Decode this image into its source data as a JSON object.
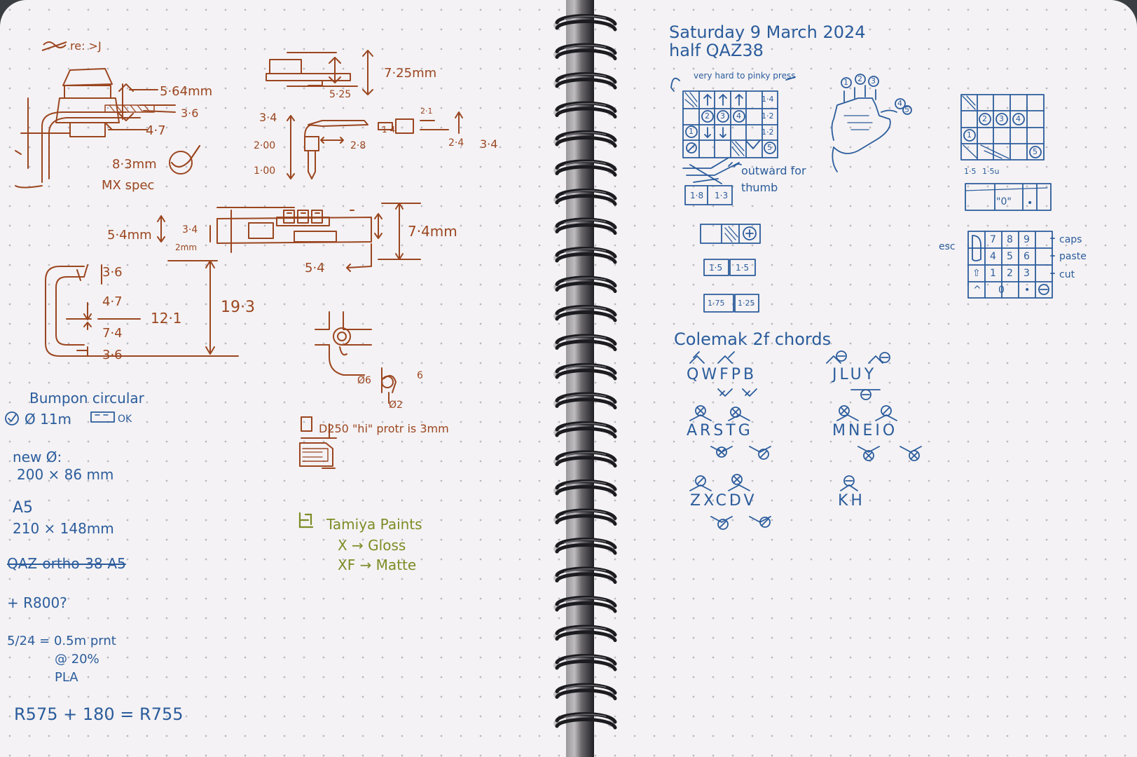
{
  "left_page": {
    "switch_header": "re: >J",
    "dim_5_64": "5·64mm",
    "dim_3_6_a": "3·6",
    "dim_4_7_a": "4·7",
    "dim_8_3": "8·3mm",
    "mx_spec": "MX spec",
    "dim_7_25": "7·25mm",
    "dim_5_25": "5·25",
    "dim_3_4_a": "3·4",
    "dim_2_00": "2·00",
    "dim_1_00": "1·00",
    "dim_2_8": "2·8",
    "dim_1_4": "1·4",
    "dim_2_1": "2·1",
    "dim_2_4": "2·4",
    "dim_3_4_b": "3·4",
    "dim_5_4mm": "5·4mm",
    "dim_3_4_c": "3·4",
    "dim_2mm": "2mm",
    "dim_7_4mm": "7·4mm",
    "dim_5_4": "5·4",
    "dim_3_6_b": "3·6",
    "dim_4_7_b": "4·7",
    "dim_12_1": "12·1",
    "dim_7_4": "7·4",
    "dim_3_6_c": "3·6",
    "dim_19_3": "19·3",
    "dim_d6": "Ø6",
    "dim_6": "6",
    "dim_d2": "Ø2",
    "protrusion_note": "D250 \"hi\" protr is 3mm",
    "bumpon": "Bumpon circular",
    "bumpon_size": "Ø 11m",
    "bumpon_ok": "OK",
    "new_size_label": "new Ø:",
    "new_size": "200 × 86 mm",
    "a5_label": "A5",
    "a5_size": "210 × 148mm",
    "qaz_struck": "QAZ-ortho-38-A5",
    "plus_r": "+ R800?",
    "print_note_1": "5/24 = 0.5m prnt",
    "print_note_2": "@ 20%",
    "print_note_3": "PLA",
    "r_sum": "R575 + 180 = R755",
    "tamiya_title": "Tamiya Paints",
    "tamiya_x": "X → Gloss",
    "tamiya_xf": "XF → Matte"
  },
  "right_page": {
    "date": "Saturday 9 March 2024",
    "title": "half QAZ38",
    "pinky_note": "very hard to pinky press",
    "outward_note": "outward for thumb",
    "keys_top": [
      "1",
      "2",
      "3",
      "4",
      "5"
    ],
    "key_side_labels": [
      "1·4",
      "1·2",
      "1·2"
    ],
    "thumb_keys_1": [
      "1·8",
      "1·3"
    ],
    "thumb_keys_2": [
      "1·5",
      "1·5"
    ],
    "thumb_keys_3": [
      "1·75",
      "1·25"
    ],
    "finger_labels": [
      "1",
      "2",
      "3",
      "4",
      "5"
    ],
    "grid_bottom_labels": [
      "1·5",
      "1·5u"
    ],
    "row_label_center": "\"0\"",
    "row_label_dot": "•",
    "numpad_left": "esc",
    "numpad_right": [
      "caps",
      "paste",
      "cut"
    ],
    "numpad_rows": [
      [
        "7",
        "8",
        "9"
      ],
      [
        "4",
        "5",
        "6"
      ],
      [
        "1",
        "2",
        "3"
      ],
      [
        "0",
        "•"
      ]
    ],
    "numpad_shift": "⇧",
    "numpad_caret": "^",
    "chords_title": "Colemak 2f chords",
    "chord_row_1a": "QWFPB",
    "chord_row_1b": "JLUY",
    "chord_row_2a": "ARSTG",
    "chord_row_2b": "MNEIO",
    "chord_row_3a": "ZXCDV",
    "chord_row_3b": "KH"
  },
  "colors": {
    "brown_ink": "#9b4620",
    "blue_ink": "#2b5c9c",
    "green_ink": "#7d8c24",
    "page": "#f4f2f4",
    "ring": "#1c1c20"
  }
}
